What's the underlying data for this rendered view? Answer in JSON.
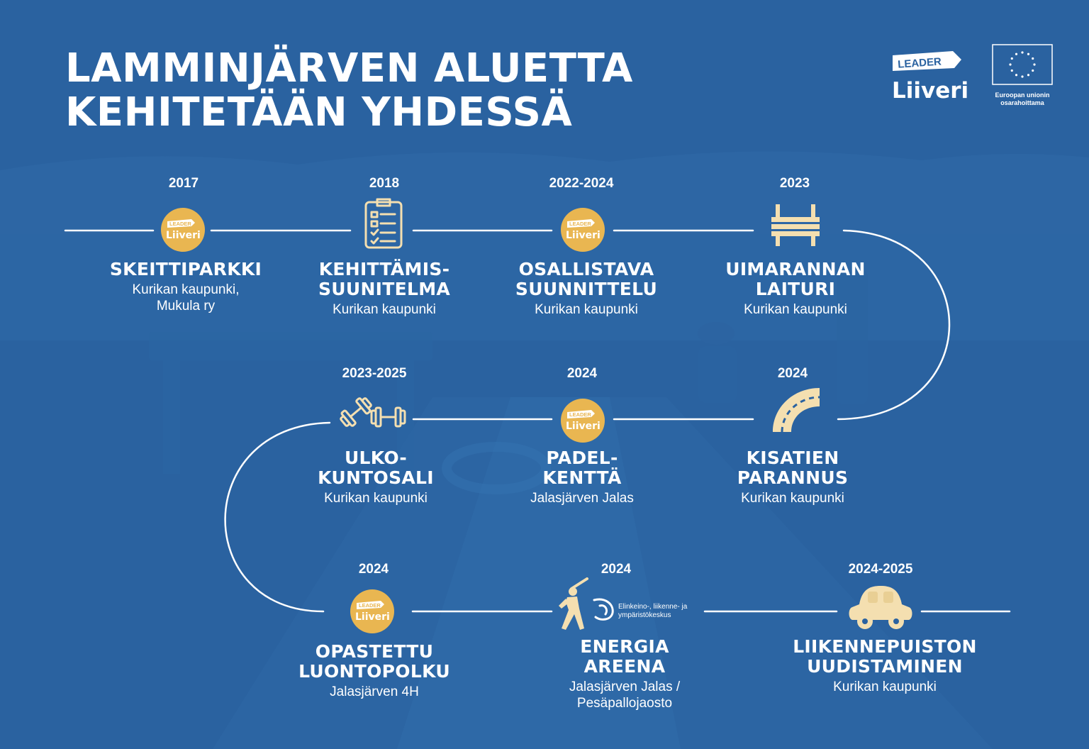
{
  "header": {
    "title_line1": "LAMMINJÄRVEN ALUETTA",
    "title_line2": "KEHITETÄÄN YHDESSÄ"
  },
  "logos": {
    "leader_tag": "LEADER",
    "leader_name": "Liiveri",
    "eu_caption": "Euroopan unionin\nosarahoittama"
  },
  "badge": {
    "tag": "LEADER",
    "name": "Liiveri"
  },
  "ely": {
    "line1": "Elinkeino-, liikenne- ja",
    "line2": "ympäristökeskus"
  },
  "colors": {
    "background": "#2a62a0",
    "accent": "#e9b651",
    "icon_fill": "#f4dfb0",
    "line": "#ffffff"
  },
  "projects": [
    {
      "year": "2017",
      "name_lines": [
        "SKEITTIPARKKI"
      ],
      "org_lines": [
        "Kurikan kaupunki,",
        "Mukula ry"
      ],
      "icon": "liiveri-badge-icon"
    },
    {
      "year": "2018",
      "name_lines": [
        "KEHITTÄMIS-",
        "SUUNITELMA"
      ],
      "org_lines": [
        "Kurikan kaupunki"
      ],
      "icon": "clipboard-checklist-icon"
    },
    {
      "year": "2022-2024",
      "name_lines": [
        "OSALLISTAVA",
        "SUUNNITTELU"
      ],
      "org_lines": [
        "Kurikan kaupunki"
      ],
      "icon": "liiveri-badge-icon"
    },
    {
      "year": "2023",
      "name_lines": [
        "UIMARANNAN",
        "LAITURI"
      ],
      "org_lines": [
        "Kurikan kaupunki"
      ],
      "icon": "pier-icon"
    },
    {
      "year": "2023-2025",
      "name_lines": [
        "ULKO-",
        "KUNTOSALI"
      ],
      "org_lines": [
        "Kurikan kaupunki"
      ],
      "icon": "dumbbell-icon"
    },
    {
      "year": "2024",
      "name_lines": [
        "PADEL-",
        "KENTTÄ"
      ],
      "org_lines": [
        "Jalasjärven Jalas"
      ],
      "icon": "liiveri-badge-icon"
    },
    {
      "year": "2024",
      "name_lines": [
        "KISATIEN",
        "PARANNUS"
      ],
      "org_lines": [
        "Kurikan kaupunki"
      ],
      "icon": "road-curve-icon"
    },
    {
      "year": "2024",
      "name_lines": [
        "OPASTETTU",
        "LUONTOPOLKU"
      ],
      "org_lines": [
        "Jalasjärven 4H"
      ],
      "icon": "liiveri-badge-icon"
    },
    {
      "year": "2024",
      "name_lines": [
        "ENERGIA",
        "AREENA"
      ],
      "org_lines": [
        "Jalasjärven Jalas /",
        "Pesäpallojaosto"
      ],
      "icon": "batter-ely-icon"
    },
    {
      "year": "2024-2025",
      "name_lines": [
        "LIIKENNEPUISTON",
        "UUDISTAMINEN"
      ],
      "org_lines": [
        "Kurikan kaupunki"
      ],
      "icon": "car-icon"
    }
  ]
}
